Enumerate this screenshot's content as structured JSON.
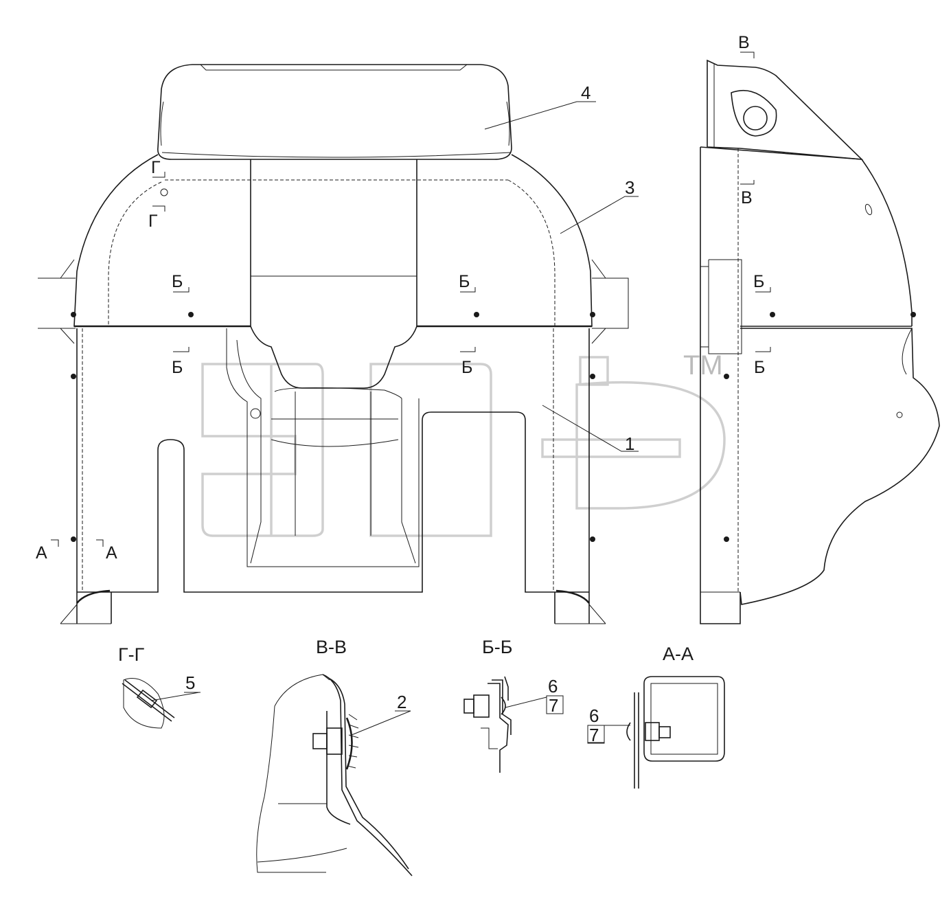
{
  "callouts": {
    "c1": "1",
    "c2": "2",
    "c3": "3",
    "c4": "4",
    "c5": "5",
    "c6a": "6",
    "c7a": "7",
    "c6b": "6",
    "c7b": "7"
  },
  "section_titles": {
    "gg": "Г-Г",
    "vv": "В-В",
    "bb": "Б-Б",
    "aa": "А-А"
  },
  "cut_marks": {
    "g_top": "Г",
    "g_bottom": "Г",
    "b_left_top": "Б",
    "b_left_bottom": "Б",
    "b_mid_top": "Б",
    "b_mid_bottom": "Б",
    "b_side_top": "Б",
    "b_side_bottom": "Б",
    "v_top": "В",
    "v_bottom": "В",
    "a_left": "А",
    "a_right": "А"
  },
  "watermark": {
    "tm": "TM"
  }
}
